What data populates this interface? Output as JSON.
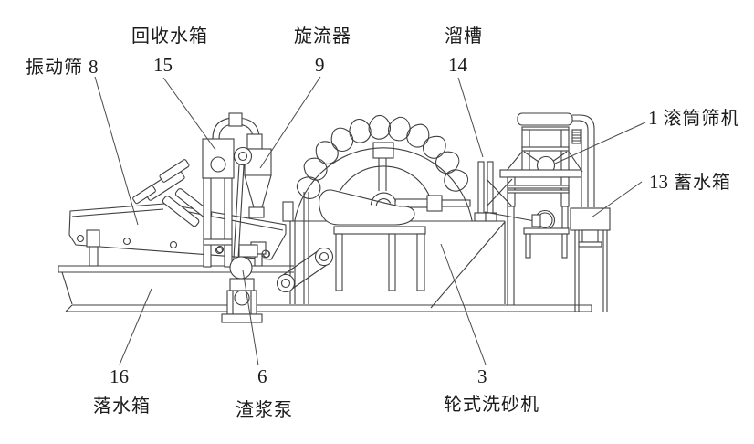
{
  "figure": {
    "background": "#ffffff",
    "line_color": "#3f3f3f",
    "text_color": "#1b1b1b"
  },
  "labels": {
    "vibrating_screen": {
      "name": "振动筛",
      "num": "8"
    },
    "recovery_tank": {
      "name": "回收水箱",
      "num": "15"
    },
    "cyclone": {
      "name": "旋流器",
      "num": "9"
    },
    "chute": {
      "name": "溜槽",
      "num": "14"
    },
    "drum_screen": {
      "name": "滚筒筛机",
      "num": "1"
    },
    "storage_tank": {
      "name": "蓄水箱",
      "num": "13"
    },
    "drop_tank": {
      "name": "落水箱",
      "num": "16"
    },
    "slurry_pump": {
      "name": "渣浆泵",
      "num": "6"
    },
    "wheel_washer": {
      "name": "轮式洗砂机",
      "num": "3"
    }
  }
}
